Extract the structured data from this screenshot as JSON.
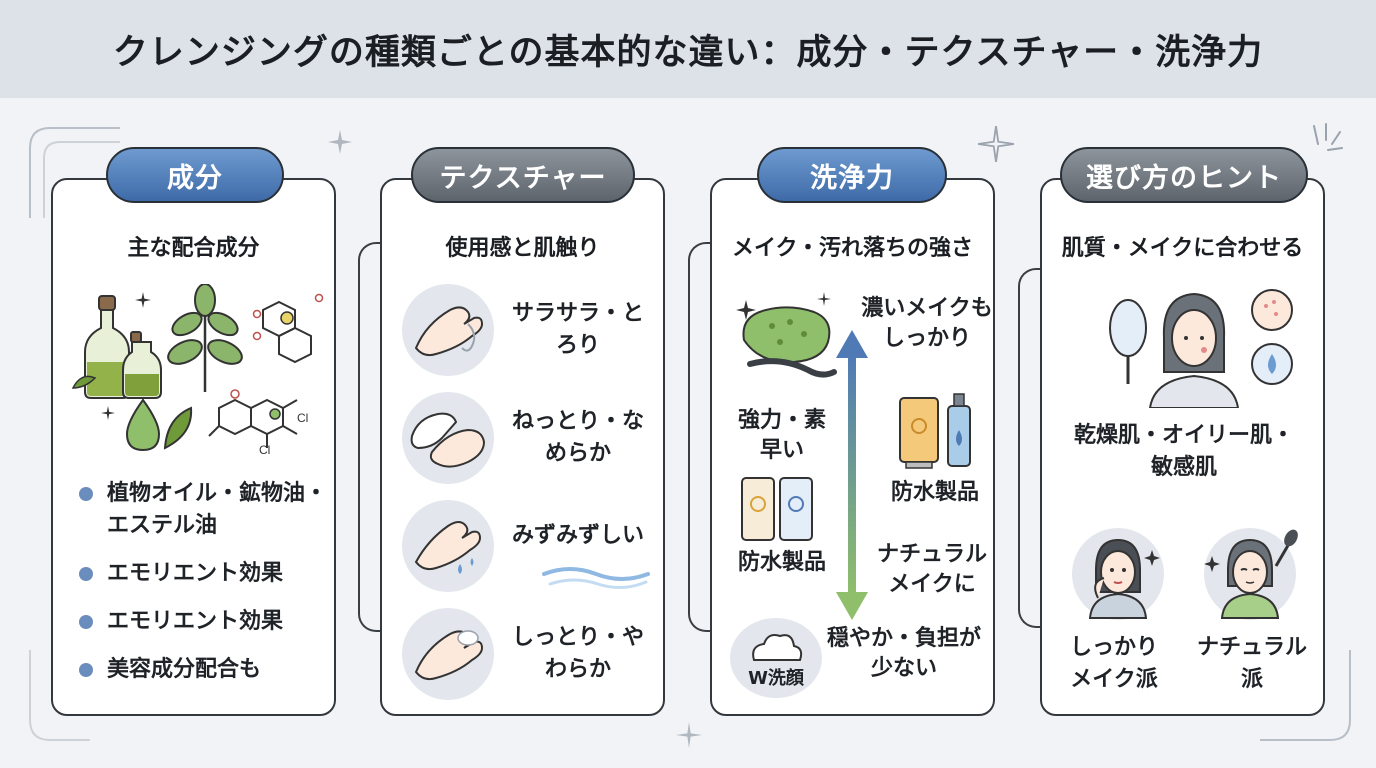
{
  "title": "クレンジングの種類ごとの基本的な違い：成分・テクスチャー・洗浄力",
  "colors": {
    "header_bg": "#dde2e9",
    "pill_blue": "#4f7ab6",
    "pill_gray": "#6b7178",
    "bullet_blue": "#6b8dbd",
    "arrow_blue": "#4f7ab6",
    "arrow_green": "#8fbf6a"
  },
  "ingredients": {
    "heading": "成分",
    "subtitle": "主な配合成分",
    "icons": [
      "oil-bottle-icon",
      "herb-icon",
      "molecule-icon",
      "droplet-leaf-icon"
    ],
    "molecule_labels": [
      "Cl",
      "Cl"
    ],
    "bullets": [
      "植物オイル・鉱物油・エステル油",
      "エモリエント効果",
      "エモリエント効果",
      "美容成分配合も"
    ]
  },
  "texture": {
    "heading": "テクスチャー",
    "subtitle": "使用感と肌触り",
    "items": [
      {
        "label": "サラサラ・とろり",
        "icon": "hand-texture-icon"
      },
      {
        "label": "ねっとり・なめらか",
        "icon": "rubbing-hands-icon"
      },
      {
        "label": "みずみずしい",
        "icon": "wet-hand-icon"
      },
      {
        "label": "しっとり・やわらか",
        "icon": "soft-hand-icon"
      }
    ]
  },
  "cleansing": {
    "heading": "洗浄力",
    "subtitle": "メイク・汚れ落ちの強さ",
    "strong_label": "濃いメイクもしっかり",
    "strong_left_label": "強力・素早い",
    "waterproof_right_label": "防水製品",
    "waterproof_left_label": "防水製品",
    "natural_label": "ナチュラルメイクに",
    "gentle_label": "穏やか・負担が少ない",
    "w_wash_label": "W洗顔",
    "icons": [
      "sponge-icon",
      "sunscreen-icon",
      "foam-icon"
    ]
  },
  "hints": {
    "heading": "選び方のヒント",
    "subtitle": "肌質・メイクに合わせる",
    "skin_types": "乾燥肌・オイリー肌・敏感肌",
    "heavy_label": "しっかりメイク派",
    "natural_label": "ナチュラル派",
    "icons": [
      "mirror-woman-icon",
      "heavy-makeup-woman-icon",
      "natural-makeup-woman-icon"
    ]
  }
}
